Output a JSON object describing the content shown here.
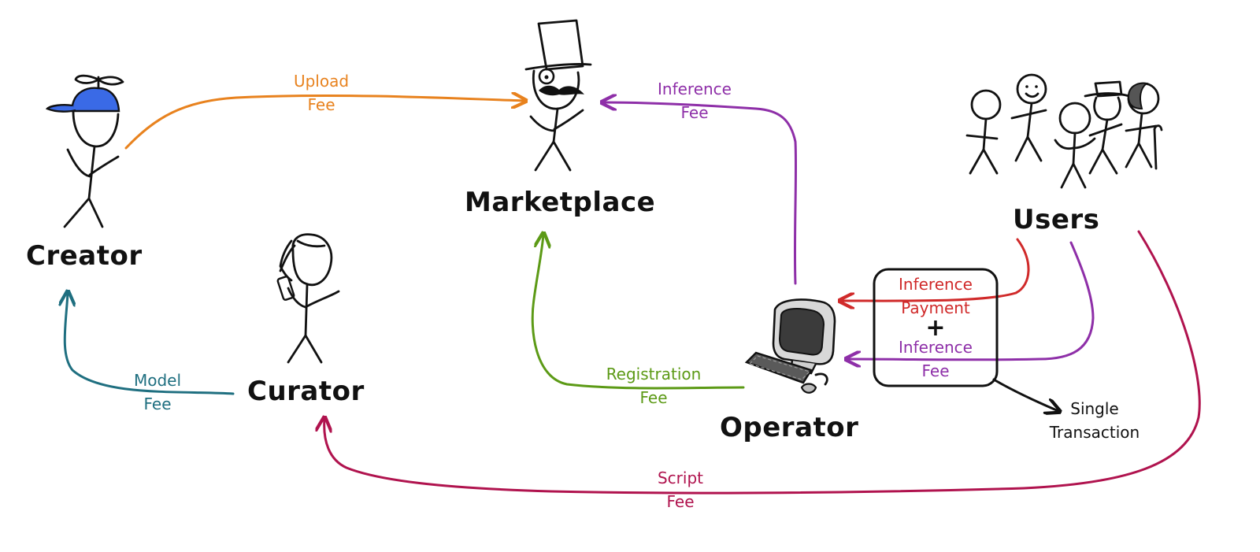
{
  "actors": {
    "creator": "Creator",
    "curator": "Curator",
    "marketplace": "Marketplace",
    "users": "Users",
    "operator": "Operator"
  },
  "flows": {
    "upload_fee": {
      "line1": "Upload",
      "line2": "Fee"
    },
    "inference_fee_market": {
      "line1": "Inference",
      "line2": "Fee"
    },
    "model_fee": {
      "line1": "Model",
      "line2": "Fee"
    },
    "registration_fee": {
      "line1": "Registration",
      "line2": "Fee"
    },
    "script_fee": {
      "line1": "Script",
      "line2": "Fee"
    }
  },
  "transaction_box": {
    "payment_line1": "Inference",
    "payment_line2": "Payment",
    "plus": "+",
    "fee_line1": "Inference",
    "fee_line2": "Fee"
  },
  "single_transaction": {
    "line1": "Single",
    "line2": "Transaction"
  },
  "colors": {
    "upload": "#e8821e",
    "inference": "#8e2fa8",
    "model": "#1f6f80",
    "registration": "#5c9a16",
    "script": "#b0134e",
    "payment": "#d02a2a",
    "ink": "#111111",
    "cap": "#3a6ae6"
  }
}
